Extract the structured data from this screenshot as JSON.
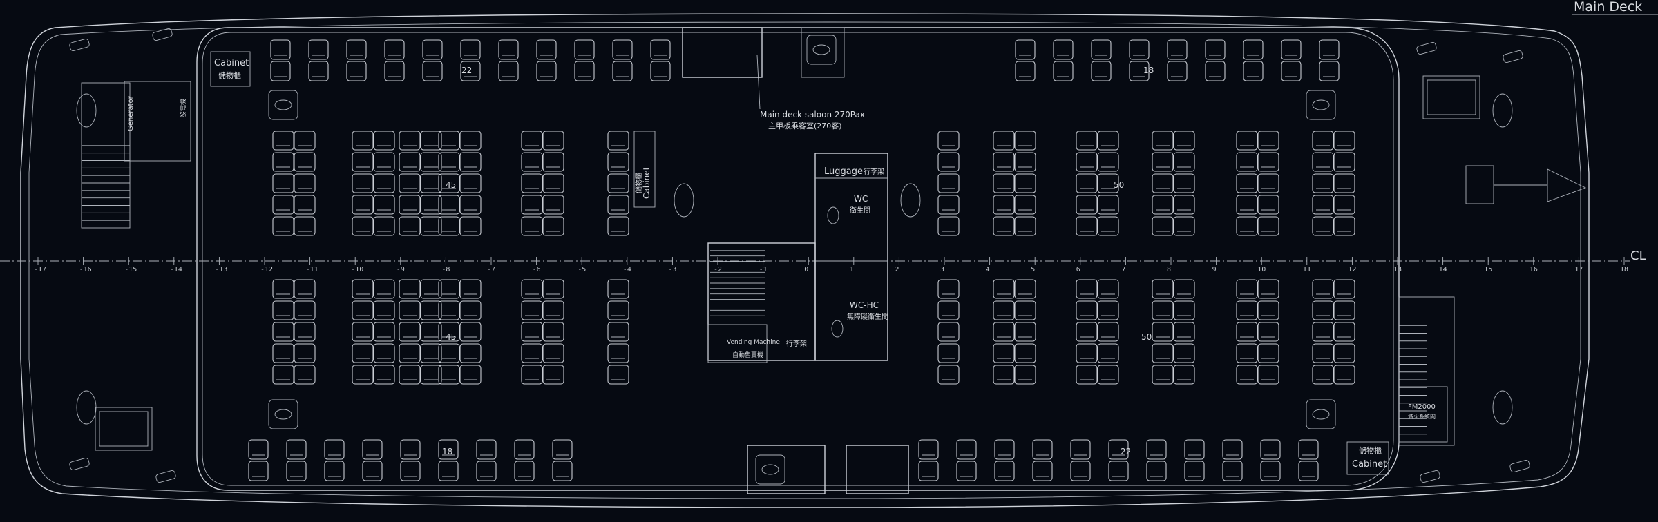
{
  "drawing_title": "Main Deck",
  "saloon": {
    "title": "Main deck saloon 270Pax",
    "title_cn": "主甲板乘客室(270客)"
  },
  "centerline_label": "CL",
  "frame_ticks": [
    "-17",
    "-16",
    "-15",
    "-14",
    "-13",
    "-12",
    "-11",
    "-10",
    "-9",
    "-8",
    "-7",
    "-6",
    "-5",
    "-4",
    "-3",
    "-2",
    "-1",
    "0",
    "1",
    "2",
    "3",
    "4",
    "5",
    "6",
    "7",
    "8",
    "9",
    "10",
    "11",
    "12",
    "13",
    "14",
    "15",
    "16",
    "17",
    "18"
  ],
  "rooms": {
    "cabinet_aft": {
      "label": "Cabinet",
      "label_cn": "儲物櫃"
    },
    "cabinet_center": {
      "label": "Cabinet",
      "label_cn": "儲物櫃"
    },
    "cabinet_fwd": {
      "label": "Cabinet",
      "label_cn": "儲物櫃"
    },
    "luggage": {
      "label": "Luggage",
      "label_cn": "行李架"
    },
    "wc": {
      "label": "WC",
      "label_cn": "衛生間"
    },
    "wc_hc": {
      "label": "WC-HC",
      "label_cn": "無障礙衛生間"
    },
    "vending": {
      "label": "Vending Machine",
      "label_cn": "自動售賣機"
    },
    "luggage2": {
      "label": "行李架"
    },
    "fm2000": {
      "label": "FM2000",
      "label_cn": "滅火系統間"
    },
    "generator": {
      "label": "Generator",
      "label_cn": "發電機"
    }
  },
  "seat_counts": {
    "fwd_top": "22",
    "aft_top": "18",
    "fwd_bottom": "18",
    "aft_bottom": "22",
    "upper_left_block": "45",
    "lower_left_block": "45",
    "upper_right_block": "50",
    "lower_right_block": "50"
  },
  "colors": {
    "background": "#060a12",
    "line": "#cfd3da"
  }
}
